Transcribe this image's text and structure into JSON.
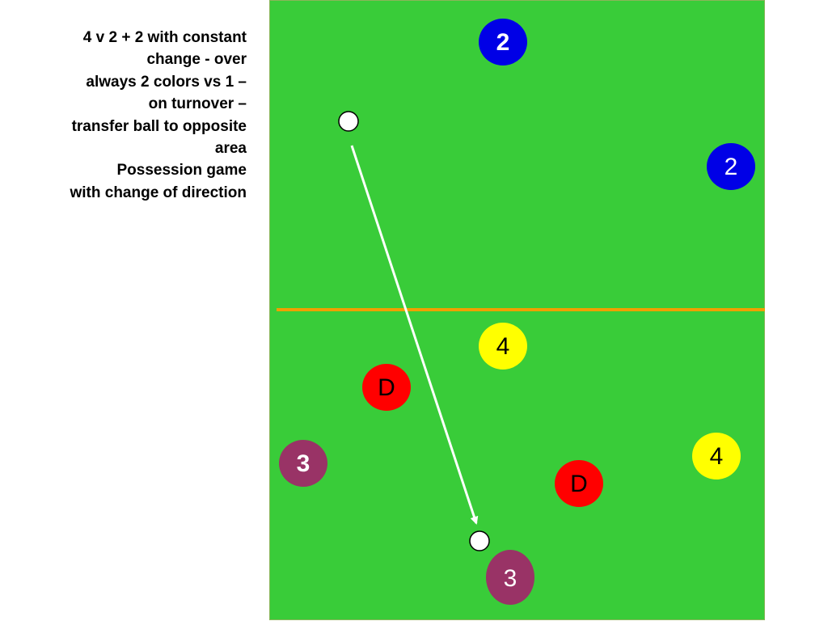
{
  "description": {
    "lines": [
      "4 v 2 + 2  with constant",
      "change - over",
      "always 2 colors vs 1 –",
      "on turnover –",
      "transfer ball to opposite",
      "area",
      "Possession game",
      "with change of direction"
    ]
  },
  "colors": {
    "field": "#39cc39",
    "midline": "#f0a000",
    "arrow": "#ffffff",
    "ball": "#ffffff",
    "blue_team": "#0000e6",
    "yellow_team": "#ffff00",
    "red_defender": "#ff0000",
    "purple_team": "#993366"
  },
  "players": [
    {
      "id": "blue-top",
      "label": "2",
      "team": "blue",
      "bold": true
    },
    {
      "id": "blue-right",
      "label": "2",
      "team": "blue",
      "bold": false
    },
    {
      "id": "yellow-center",
      "label": "4",
      "team": "yellow",
      "bold": false
    },
    {
      "id": "yellow-right",
      "label": "4",
      "team": "yellow",
      "bold": false
    },
    {
      "id": "defender-left",
      "label": "D",
      "team": "red",
      "bold": false
    },
    {
      "id": "defender-right",
      "label": "D",
      "team": "red",
      "bold": false
    },
    {
      "id": "purple-left",
      "label": "3",
      "team": "purple",
      "bold": true
    },
    {
      "id": "purple-bottom",
      "label": "3",
      "team": "purple",
      "bold": false
    }
  ]
}
